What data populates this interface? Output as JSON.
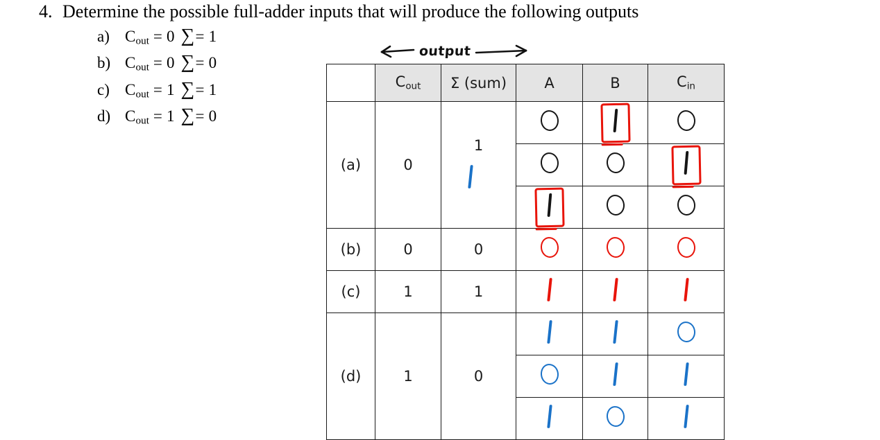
{
  "question": {
    "number": "4.",
    "text": "Determine the possible full-adder inputs that will produce the following outputs",
    "options": [
      {
        "letter": "a)",
        "c_label": "C",
        "c_sub": "out",
        "c_value": "= 0",
        "sum_symbol": "∑",
        "sum_value": "= 1"
      },
      {
        "letter": "b)",
        "c_label": "C",
        "c_sub": "out",
        "c_value": "= 0",
        "sum_symbol": "∑",
        "sum_value": "= 0"
      },
      {
        "letter": "c)",
        "c_label": "C",
        "c_sub": "out",
        "c_value": "= 1",
        "sum_symbol": "∑",
        "sum_value": "= 1"
      },
      {
        "letter": "d)",
        "c_label": "C",
        "c_sub": "out",
        "c_value": "= 1",
        "sum_symbol": "∑",
        "sum_value": "= 0"
      }
    ]
  },
  "annotation": {
    "output_label": "output",
    "left_arrow": "left-arrow-icon",
    "right_arrow": "right-arrow-icon",
    "color": "#111111"
  },
  "table": {
    "header": {
      "corner": "",
      "cout": {
        "main": "C",
        "sub": "out"
      },
      "sum": {
        "main": "Σ (sum)",
        "sub": ""
      },
      "a": {
        "main": "A",
        "sub": ""
      },
      "b": {
        "main": "B",
        "sub": ""
      },
      "cin": {
        "main": "C",
        "sub": "in"
      }
    },
    "header_bg": "#e4e4e4",
    "border_color": "#1a1a1a",
    "ink_colors": {
      "red": "#e8140a",
      "blue": "#1a72c8",
      "black": "#151515"
    },
    "groups": [
      {
        "label": "(a)",
        "cout": "0",
        "sum": "1",
        "sum_handwritten": {
          "glyph": "1",
          "color": "blue"
        },
        "rows": [
          {
            "a": {
              "glyph": "0",
              "color": "black",
              "boxed": false
            },
            "b": {
              "glyph": "1",
              "color": "black",
              "boxed": true
            },
            "cin": {
              "glyph": "0",
              "color": "black",
              "boxed": false
            }
          },
          {
            "a": {
              "glyph": "0",
              "color": "black",
              "boxed": false
            },
            "b": {
              "glyph": "0",
              "color": "black",
              "boxed": false
            },
            "cin": {
              "glyph": "1",
              "color": "black",
              "boxed": true
            }
          },
          {
            "a": {
              "glyph": "1",
              "color": "black",
              "boxed": true
            },
            "b": {
              "glyph": "0",
              "color": "black",
              "boxed": false
            },
            "cin": {
              "glyph": "0",
              "color": "black",
              "boxed": false
            }
          }
        ]
      },
      {
        "label": "(b)",
        "cout": "0",
        "sum": "0",
        "rows": [
          {
            "a": {
              "glyph": "0",
              "color": "red",
              "boxed": false
            },
            "b": {
              "glyph": "0",
              "color": "red",
              "boxed": false
            },
            "cin": {
              "glyph": "0",
              "color": "red",
              "boxed": false
            }
          }
        ]
      },
      {
        "label": "(c)",
        "cout": "1",
        "sum": "1",
        "rows": [
          {
            "a": {
              "glyph": "1",
              "color": "red",
              "boxed": false
            },
            "b": {
              "glyph": "1",
              "color": "red",
              "boxed": false
            },
            "cin": {
              "glyph": "1",
              "color": "red",
              "boxed": false
            }
          }
        ]
      },
      {
        "label": "(d)",
        "cout": "1",
        "sum": "0",
        "rows": [
          {
            "a": {
              "glyph": "1",
              "color": "blue",
              "boxed": false
            },
            "b": {
              "glyph": "1",
              "color": "blue",
              "boxed": false
            },
            "cin": {
              "glyph": "0",
              "color": "blue",
              "boxed": false
            }
          },
          {
            "a": {
              "glyph": "0",
              "color": "blue",
              "boxed": false
            },
            "b": {
              "glyph": "1",
              "color": "blue",
              "boxed": false
            },
            "cin": {
              "glyph": "1",
              "color": "blue",
              "boxed": false
            }
          },
          {
            "a": {
              "glyph": "1",
              "color": "blue",
              "boxed": false
            },
            "b": {
              "glyph": "0",
              "color": "blue",
              "boxed": false
            },
            "cin": {
              "glyph": "1",
              "color": "blue",
              "boxed": false
            }
          }
        ]
      }
    ]
  }
}
